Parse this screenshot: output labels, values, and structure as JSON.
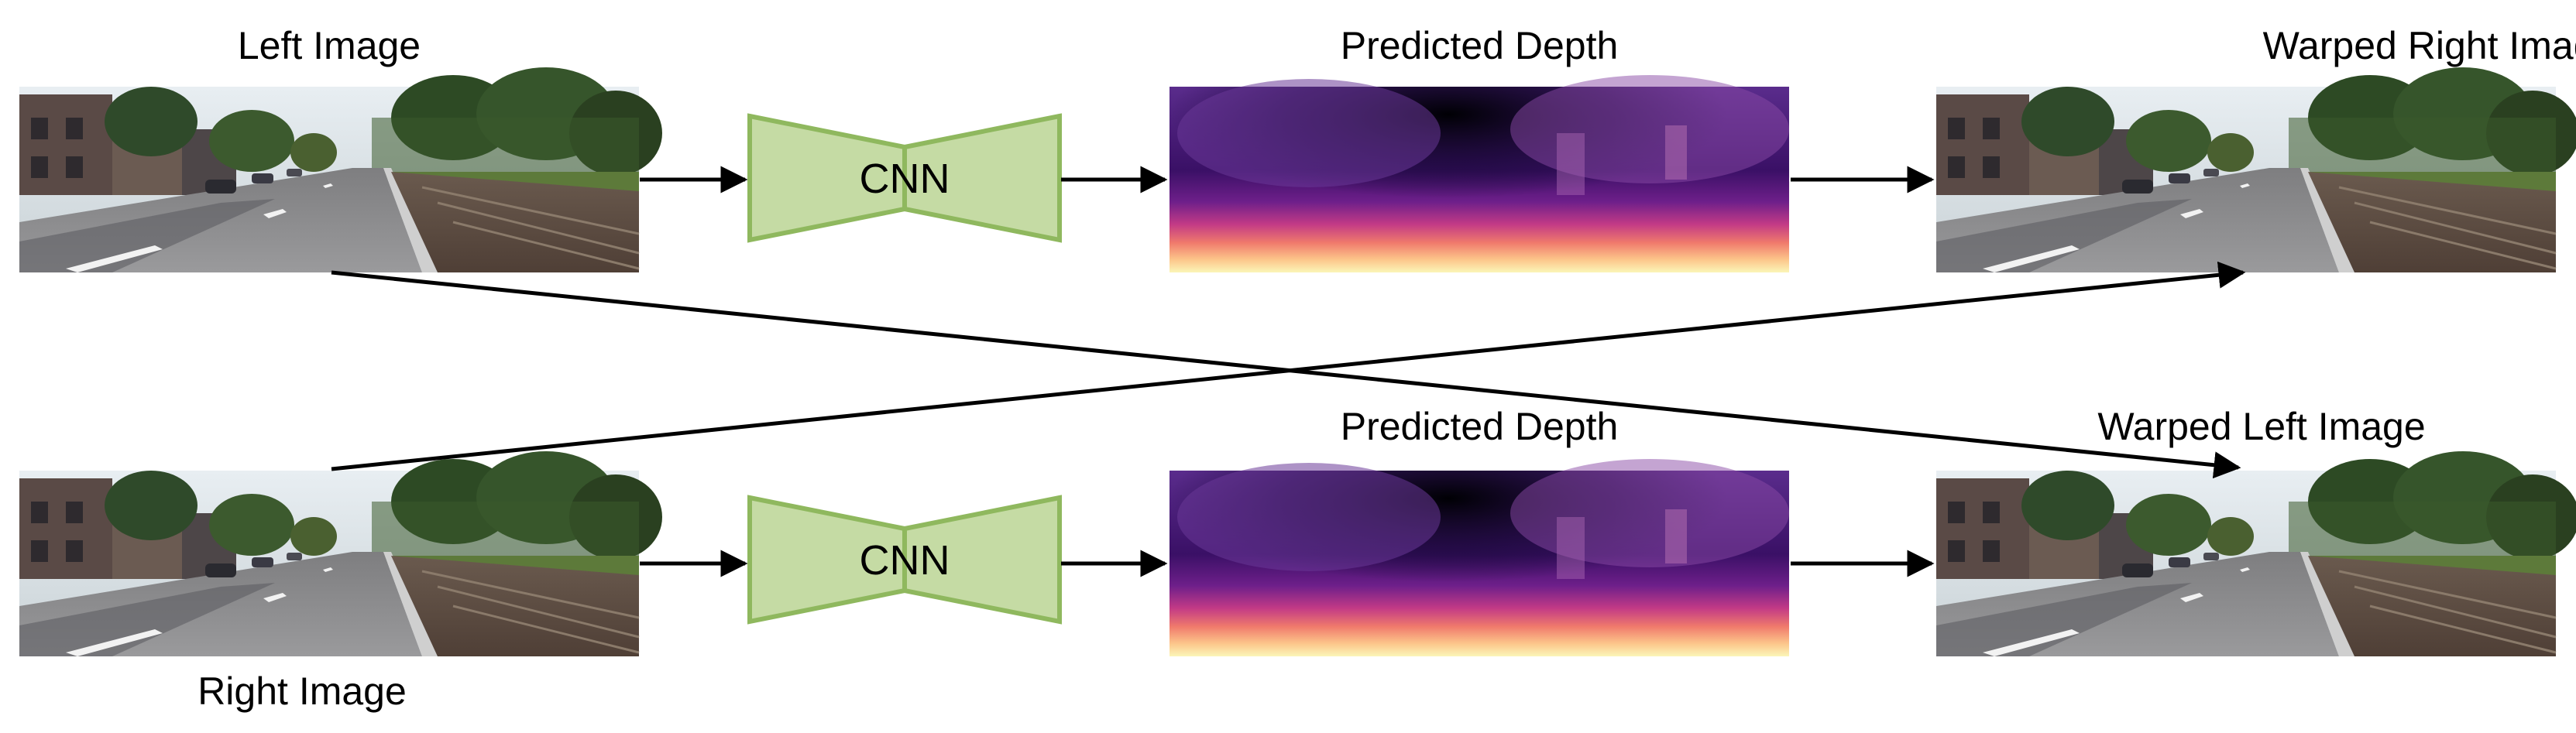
{
  "labels": {
    "left_image": "Left Image",
    "right_image": "Right Image",
    "predicted_depth_top": "Predicted Depth",
    "predicted_depth_bottom": "Predicted Depth",
    "warped_right": "Warped Right Image",
    "warped_left": "Warped Left Image"
  },
  "cnn": {
    "top_label": "CNN",
    "bottom_label": "CNN",
    "fill": "#c5dba4",
    "stroke": "#8fb85e"
  },
  "colors": {
    "arrow": "#000000",
    "depth_near": "#fbf6b8",
    "depth_mid": "#e5617a",
    "depth_far": "#000004"
  }
}
